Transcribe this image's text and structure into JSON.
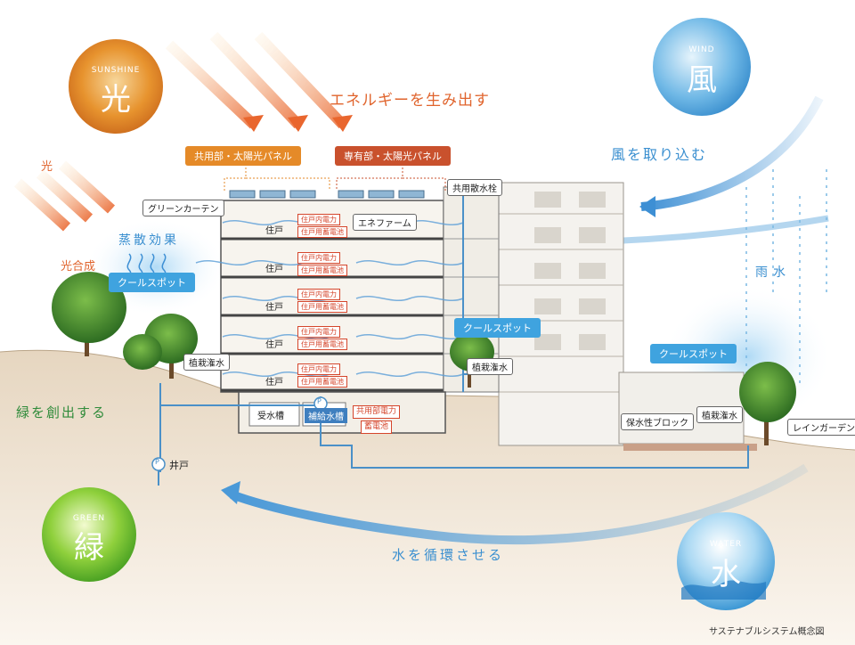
{
  "circles": {
    "sunshine": {
      "en": "SUNSHINE",
      "jp": "光"
    },
    "wind": {
      "en": "WIND",
      "jp": "風"
    },
    "green": {
      "en": "GREEN",
      "jp": "緑"
    },
    "water": {
      "en": "WATER",
      "jp": "水"
    }
  },
  "headings": {
    "energy": "エネルギーを生み出す",
    "wind_in": "風を取り込む",
    "light": "光",
    "evaporation": "蒸散効果",
    "photosynthesis": "光合成",
    "rain": "雨水",
    "create_green": "緑を創出する",
    "circulate_water": "水を循環させる"
  },
  "panels": {
    "common": "共用部・太陽光パネル",
    "private": "専有部・太陽光パネル"
  },
  "cool_spot": "クールスポット",
  "labels": {
    "green_curtain": "グリーンカーテン",
    "ene_farm": "エネファーム",
    "sprinkler": "共用散水栓",
    "planting_left": "植栽潅水",
    "planting_mid": "植栽潅水",
    "planting_right": "植栽潅水",
    "receiving_tank": "受水槽",
    "supply_tank": "補給水槽",
    "common_power": "共用部電力",
    "battery": "蓄電池",
    "water_block": "保水性ブロック",
    "rain_garden": "レインガーデン",
    "well": "井戸",
    "pump": "P"
  },
  "floors": [
    {
      "unit": "住戸",
      "power": "住戸内電力",
      "battery": "住戸用蓄電池"
    },
    {
      "unit": "住戸",
      "power": "住戸内電力",
      "battery": "住戸用蓄電池"
    },
    {
      "unit": "住戸",
      "power": "住戸内電力",
      "battery": "住戸用蓄電池"
    },
    {
      "unit": "住戸",
      "power": "住戸内電力",
      "battery": "住戸用蓄電池"
    },
    {
      "unit": "住戸",
      "power": "住戸内電力",
      "battery": "住戸用蓄電池"
    }
  ],
  "caption": "サステナブルシステム概念図",
  "colors": {
    "orange": "#e58a28",
    "red": "#c9512d",
    "blue": "#3fa3df",
    "text_orange": "#e0642d",
    "text_blue": "#3a8fd0",
    "text_green": "#2f8b3a"
  }
}
